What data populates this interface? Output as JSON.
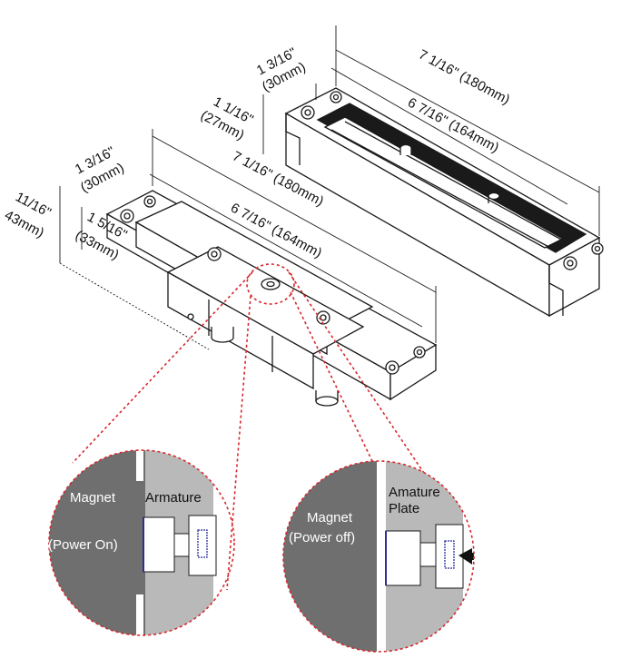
{
  "top_lock": {
    "dim_width_in": "1 3/16\"",
    "dim_width_mm": "(30mm)",
    "dim_height_in": "1 1/16\"",
    "dim_height_mm": "(27mm)",
    "dim_length_total": "7 1/16\" (180mm)",
    "dim_length_inner": "6 7/16\" (164mm)"
  },
  "bottom_lock": {
    "dim_width_in": "1 3/16\"",
    "dim_width_mm": "(30mm)",
    "dim_height_total_in": "11/16\"",
    "dim_height_total_mm": "43mm)",
    "dim_height_in": "1 5/16\"",
    "dim_height_mm": "(33mm)",
    "dim_length_total": "7 1/16\" (180mm)",
    "dim_length_inner": "6 7/16\" (164mm)"
  },
  "detail_left": {
    "magnet_label": "Magnet",
    "power_label": "(Power On)",
    "armature_label": "Armature"
  },
  "detail_right": {
    "magnet_label": "Magnet",
    "power_label": "(Power off)",
    "armature_label_line1": "Amature",
    "armature_label_line2": "Plate"
  },
  "colors": {
    "magnet_gray": "#6f6f6f",
    "armature_gray": "#b9b9b9",
    "callout_red": "#d7262b",
    "line_black": "#1a1a1a",
    "rubber_blue": "#2a2f9a"
  }
}
